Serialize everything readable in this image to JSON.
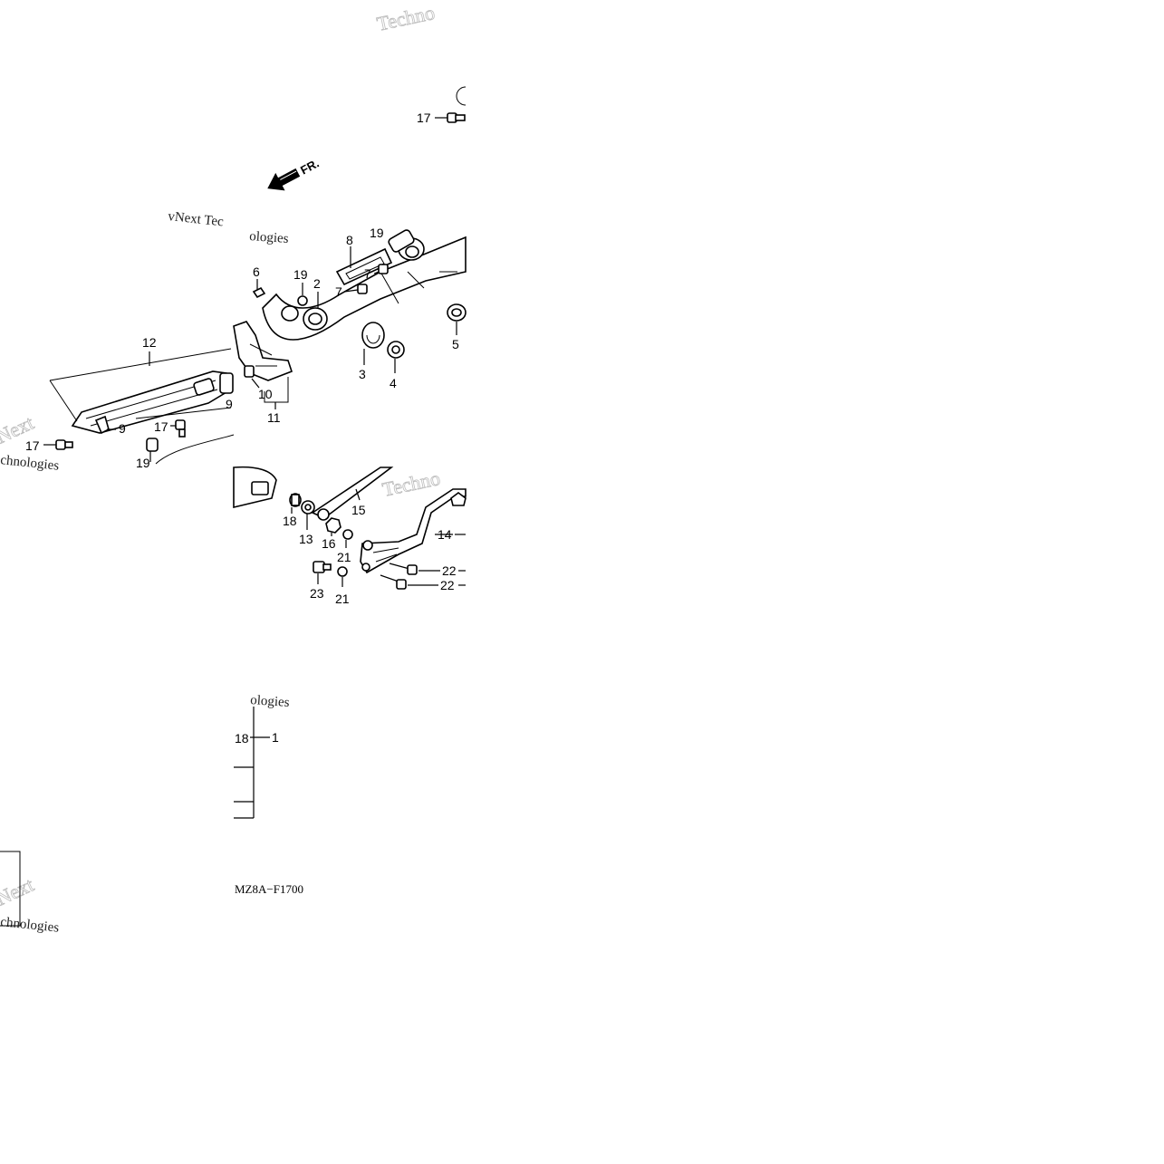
{
  "diagram": {
    "code": "MZ8A−F1700",
    "front_arrow_label": "FR.",
    "callouts": {
      "c1": "1",
      "c2": "2",
      "c3": "3",
      "c4": "4",
      "c5": "5",
      "c6": "6",
      "c7a": "7",
      "c7b": "7",
      "c8": "8",
      "c9a": "9",
      "c9b": "9",
      "c10": "10",
      "c11": "11",
      "c12": "12",
      "c13": "13",
      "c14": "14",
      "c15": "15",
      "c16": "16",
      "c17a": "17",
      "c17b": "17",
      "c17c": "17",
      "c18a": "18",
      "c18b": "18",
      "c19a": "19",
      "c19b": "19",
      "c19c": "19",
      "c21a": "21",
      "c21b": "21",
      "c22a": "22",
      "c22b": "22",
      "c23": "23"
    },
    "watermarks": {
      "w1": "Techno",
      "w2": "vNext Tec",
      "w3": "ologies",
      "w4": "Techno",
      "w5": "Next",
      "w6": "chnologies",
      "w7": "ologies",
      "w8": "Next",
      "w9": "chnologies"
    }
  }
}
